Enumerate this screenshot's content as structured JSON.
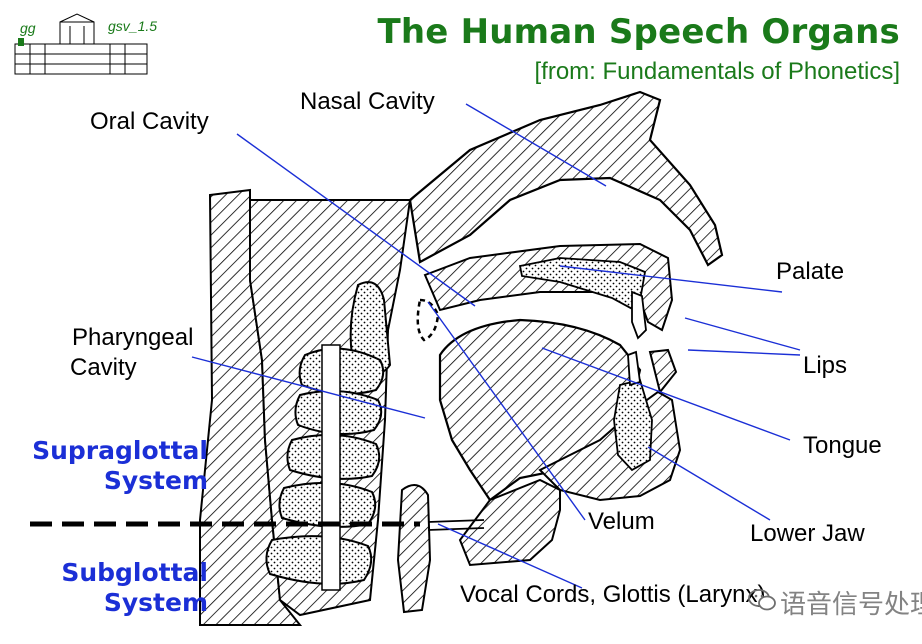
{
  "header": {
    "title": "The Human Speech Organs",
    "subtitle": "[from: Fundamentals of Phonetics]",
    "logo_tag_left": "gg",
    "logo_tag_right": "gsv_1.5"
  },
  "labels": {
    "nasal_cavity": "Nasal Cavity",
    "oral_cavity": "Oral Cavity",
    "pharyngeal_cavity_1": "Pharyngeal",
    "pharyngeal_cavity_2": "Cavity",
    "palate": "Palate",
    "lips": "Lips",
    "tongue": "Tongue",
    "velum": "Velum",
    "lower_jaw": "Lower Jaw",
    "vocal_cords": "Vocal Cords, Glottis (Larynx)"
  },
  "systems": {
    "supraglottal_1": "Supraglottal",
    "supraglottal_2": "System",
    "subglottal_1": "Subglottal",
    "subglottal_2": "System"
  },
  "watermark": {
    "text": "语音信号处理",
    "icon": "wechat-icon"
  },
  "colors": {
    "title": "#1a7a1a",
    "system_label": "#1b2fd6",
    "leader_line": "#1b2fd6",
    "drawing": "#000000"
  }
}
